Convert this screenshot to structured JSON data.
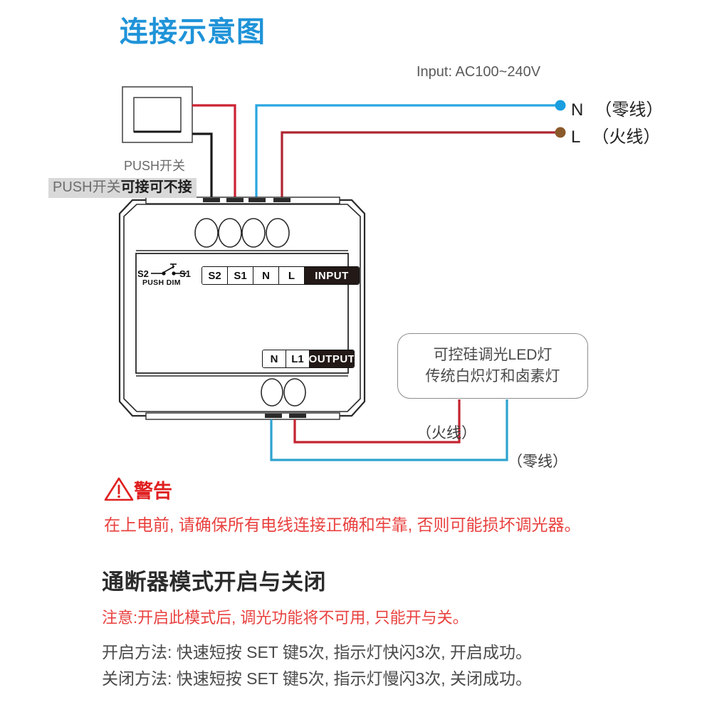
{
  "title": "连接示意图",
  "diagram": {
    "input_voltage": "Input: AC100~240V",
    "terminals": [
      {
        "code": "N",
        "name": "（零线）",
        "dot_color": "#1a9ee0",
        "wire_color": "#29a6e0"
      },
      {
        "code": "L",
        "name": "（火线）",
        "dot_color": "#8a5a2a",
        "wire_color": "#ae2631"
      }
    ],
    "push_switch": {
      "caption": "PUSH开关",
      "note_light": "PUSH开关",
      "note_strong": "可接可不接"
    },
    "device": {
      "push_dim": {
        "left": "S2",
        "right": "S1",
        "caption": "PUSH DIM"
      },
      "input_row": {
        "pins": [
          "S2",
          "S1",
          "N",
          "L"
        ],
        "tag": "INPUT"
      },
      "output_row": {
        "pins": [
          "N",
          "L1"
        ],
        "tag": "OUTPUT"
      }
    },
    "lamp_box": {
      "line1": "可控硅调光LED灯",
      "line2": "传统白炽灯和卤素灯"
    },
    "output_labels": {
      "live": "（火线）",
      "null": "（零线）"
    },
    "wire_colors": {
      "black": "#1a1a1a",
      "red_s1": "#cc2233",
      "blue_n": "#29a6e0",
      "dark_red_l": "#ae2631",
      "output_red": "#c32430",
      "output_blue": "#2ea3cf"
    }
  },
  "warning": {
    "icon": "warning-triangle-icon",
    "heading": "警告",
    "text": "在上电前, 请确保所有电线连接正确和牢靠, 否则可能损坏调光器。",
    "color": "#e8413f"
  },
  "section": {
    "heading": "通断器模式开启与关闭",
    "note": "注意:开启此模式后, 调光功能将不可用, 只能开与关。",
    "method_on": "开启方法: 快速短按 SET 键5次, 指示灯快闪3次, 开启成功。",
    "method_off": "关闭方法: 快速短按 SET 键5次, 指示灯慢闪3次, 关闭成功。"
  }
}
